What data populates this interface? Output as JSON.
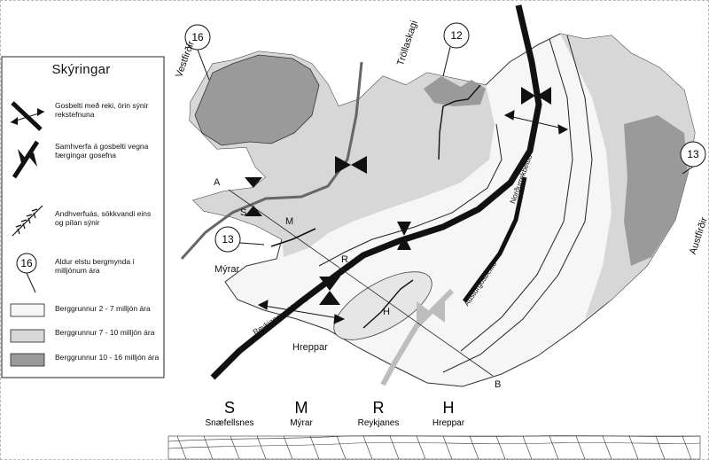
{
  "legend": {
    "title": "Skýringar",
    "items": [
      {
        "text": "Gosbelti með reki, örin sýnir rekstefnuna"
      },
      {
        "text": "Samhverfa á gosbelti vegna færgingar gosefna"
      },
      {
        "text": "Andhverfuás, sökkvandi eins og pílan sýnir"
      },
      {
        "text": "Aldur elstu bergmynda í milljónum ára",
        "circle": "16"
      },
      {
        "text": "Berggrunnur  2 - 7 milljón ára",
        "fill": "#f6f6f6"
      },
      {
        "text": "Berggrunnur  7 - 10 milljón ára",
        "fill": "#d7d7d7"
      },
      {
        "text": "Berggrunnur  10 - 16 milljón ára",
        "fill": "#9a9a9a"
      }
    ]
  },
  "map": {
    "region_labels": {
      "vestfirdir": "Vestfirðir",
      "trollaskagi": "Tröllaskagi",
      "austfirdir": "Austfirðir",
      "myrar": "Mýrar",
      "hreppar": "Hreppar"
    },
    "belt_labels": {
      "nordur": "Norðurrekbeltið",
      "austur": "Austurgosbeltið",
      "reykjanes": "Reykjanesrekbeltið"
    },
    "point_labels": {
      "a": "A",
      "s": "S",
      "m": "M",
      "r": "R",
      "h": "H",
      "b": "B"
    },
    "age_circles": {
      "vestfirdir": "16",
      "trollaskagi": "12",
      "austfirdir": "13",
      "myrar": "13"
    }
  },
  "cross_section": {
    "letters": [
      "S",
      "M",
      "R",
      "H"
    ],
    "names": [
      "Snæfellsnes",
      "Mýrar",
      "Reykjanes",
      "Hreppar"
    ]
  },
  "colors": {
    "young": "#f6f6f6",
    "mid": "#d7d7d7",
    "old": "#9a9a9a",
    "belt": "#111111",
    "east_belt_south": "#bdbdbd"
  }
}
